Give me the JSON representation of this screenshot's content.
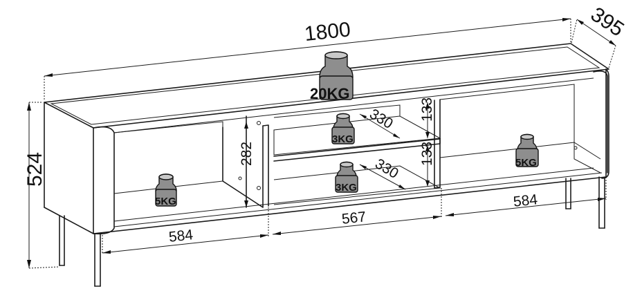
{
  "dimensions": {
    "width": "1800",
    "depth": "395",
    "height": "524",
    "left_compartment_width": "584",
    "middle_compartment_width": "567",
    "right_compartment_width": "584",
    "compartment_height": "282",
    "shelf_spacing_upper": "133",
    "shelf_spacing_lower": "133",
    "shelf_depth_upper": "330",
    "shelf_depth_lower": "330"
  },
  "load_labels": {
    "top_weight": "20KG",
    "left_shelf_weight": "5KG",
    "middle_upper_weight": "3KG",
    "middle_lower_weight": "3KG",
    "right_shelf_weight": "5KG"
  },
  "colors": {
    "line": "#1a1a1a",
    "weight_fill": "#8e8e8e"
  }
}
